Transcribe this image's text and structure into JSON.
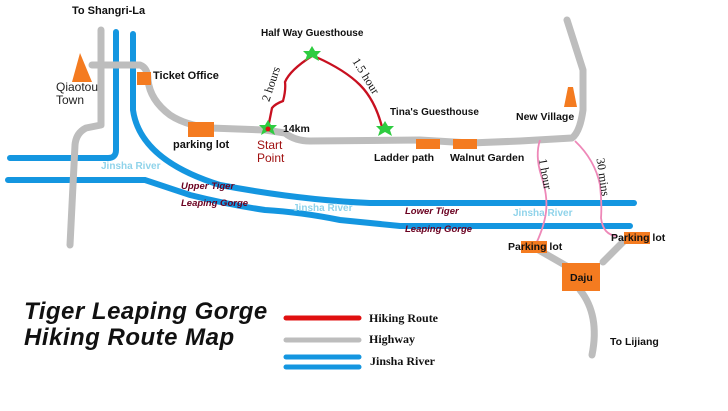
{
  "title": {
    "line1": "Tiger Leaping Gorge",
    "line2": "Hiking Route Map"
  },
  "colors": {
    "hiking_route": "#d0101a",
    "highway": "#bdbdbd",
    "river": "#1496e0",
    "marker": "#f47b20",
    "guesthouse_star": "#2ecc40",
    "side_trail": "#ee88b8",
    "river_label": "#8fd3ea",
    "gorge_label": "#6a0020"
  },
  "places": {
    "to_shangrila": "To Shangri-La",
    "qiaotou_town_line1": "Qiaotou",
    "qiaotou_town_line2": "Town",
    "ticket_office": "Ticket Office",
    "parking_lot_west": "parking lot",
    "start_point_line1": "Start",
    "start_point_line2": "Point",
    "distance_marker": "14km",
    "half_way_guesthouse": "Half Way Guesthouse",
    "tinas_guesthouse": "Tina's Guesthouse",
    "ladder_path": "Ladder path",
    "walnut_garden": "Walnut Garden",
    "new_village": "New Village",
    "parking_lot_daju_west": {
      "pre": "Pa",
      "hl": "rking",
      "post": " lot"
    },
    "parking_lot_daju_east": {
      "pre": "Pa",
      "hl": "rking",
      "post": " lot"
    },
    "daju": "Daju",
    "to_lijiang": "To Lijiang"
  },
  "river_labels": {
    "west": "Jinsha River",
    "middle": "Jinsha River",
    "east": "Jinsha River"
  },
  "gorge_labels": {
    "upper_line1": "Upper Tiger",
    "upper_line2": "Leaping Gorge",
    "lower_line1": "Lower Tiger",
    "lower_line2": "Leaping Gorge"
  },
  "route_times": {
    "start_to_halfway": "2 hours",
    "halfway_to_tinas": "1.5 hour",
    "new_village_to_west_parking": "1 hour",
    "new_village_to_east_parking": "30 mins"
  },
  "legend": [
    {
      "label": "Hiking Route",
      "type": "hiking"
    },
    {
      "label": "Highway",
      "type": "highway"
    },
    {
      "label": "Jinsha River",
      "type": "river"
    }
  ]
}
